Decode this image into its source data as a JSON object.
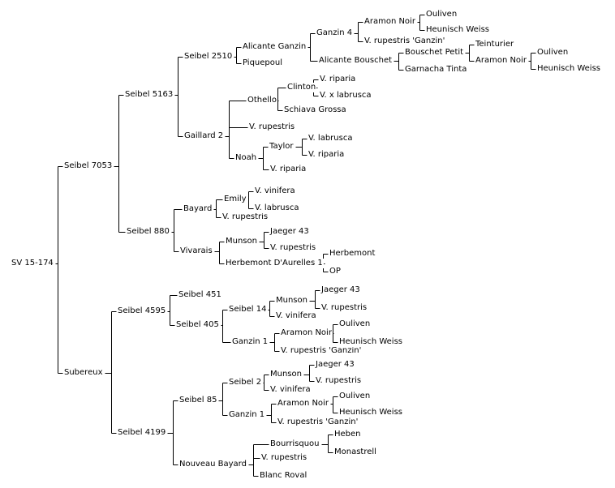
{
  "labels": {
    "n1": "SV 15-174",
    "n2": "Seibel 7053",
    "n3": "Subereux",
    "n4": "Seibel 5163",
    "n5": "Seibel 880",
    "n6": "Seibel 2510",
    "n7": "Gaillard 2",
    "n8": "Alicante Ganzin",
    "n9": "Piquepoul",
    "n10": "Ganzin 4",
    "n11": "Alicante Bouschet",
    "n12": "Aramon Noir",
    "n13": "V. rupestris 'Ganzin'",
    "n14": "Ouliven",
    "n15": "Heunisch Weiss",
    "n16": "Bouschet Petit",
    "n17": "Garnacha Tinta",
    "n18": "Teinturier",
    "n19": "Aramon Noir",
    "n20": "Ouliven",
    "n21": "Heunisch Weiss",
    "n22": "Othello",
    "n23": "V. rupestris",
    "n24": "Noah",
    "n25": "Clinton",
    "n26": "Schiava Grossa",
    "n27": "V. riparia",
    "n28": "V. x labrusca",
    "n29": "Taylor",
    "n30": "V. riparia",
    "n31": "V. labrusca",
    "n32": "V. riparia",
    "n33": "Bayard",
    "n34": "Vivarais",
    "n35": "Emily",
    "n36": "V. rupestris",
    "n37": "V. vinifera",
    "n38": "V. labrusca",
    "n39": "Munson",
    "n40": "Herbemont D'Aurelles 1",
    "n41": "Jaeger 43",
    "n42": "V. rupestris",
    "n43": "Herbemont",
    "n44": "OP",
    "n45": "Seibel 4595",
    "n46": "Seibel 4199",
    "n47": "Seibel 451",
    "n48": "Seibel 405",
    "n49": "Seibel 14",
    "n50": "Ganzin 1",
    "n51": "Munson",
    "n52": "V. vinifera",
    "n53": "Jaeger 43",
    "n54": "V. rupestris",
    "n55": "Aramon Noir",
    "n56": "V. rupestris 'Ganzin'",
    "n57": "Ouliven",
    "n58": "Heunisch Weiss",
    "n59": "Seibel 85",
    "n60": "Nouveau Bayard",
    "n61": "Seibel 2",
    "n62": "Ganzin 1",
    "n63": "Munson",
    "n64": "V. vinifera",
    "n65": "Jaeger 43",
    "n66": "V. rupestris",
    "n67": "Aramon Noir",
    "n68": "V. rupestris 'Ganzin'",
    "n69": "Ouliven",
    "n70": "Heunisch Weiss",
    "n71": "Bourrisquou",
    "n72": "V. rupestris",
    "n73": "Blanc Roval",
    "n74": "Heben",
    "n75": "Monastrell"
  },
  "line_color": "#000000"
}
